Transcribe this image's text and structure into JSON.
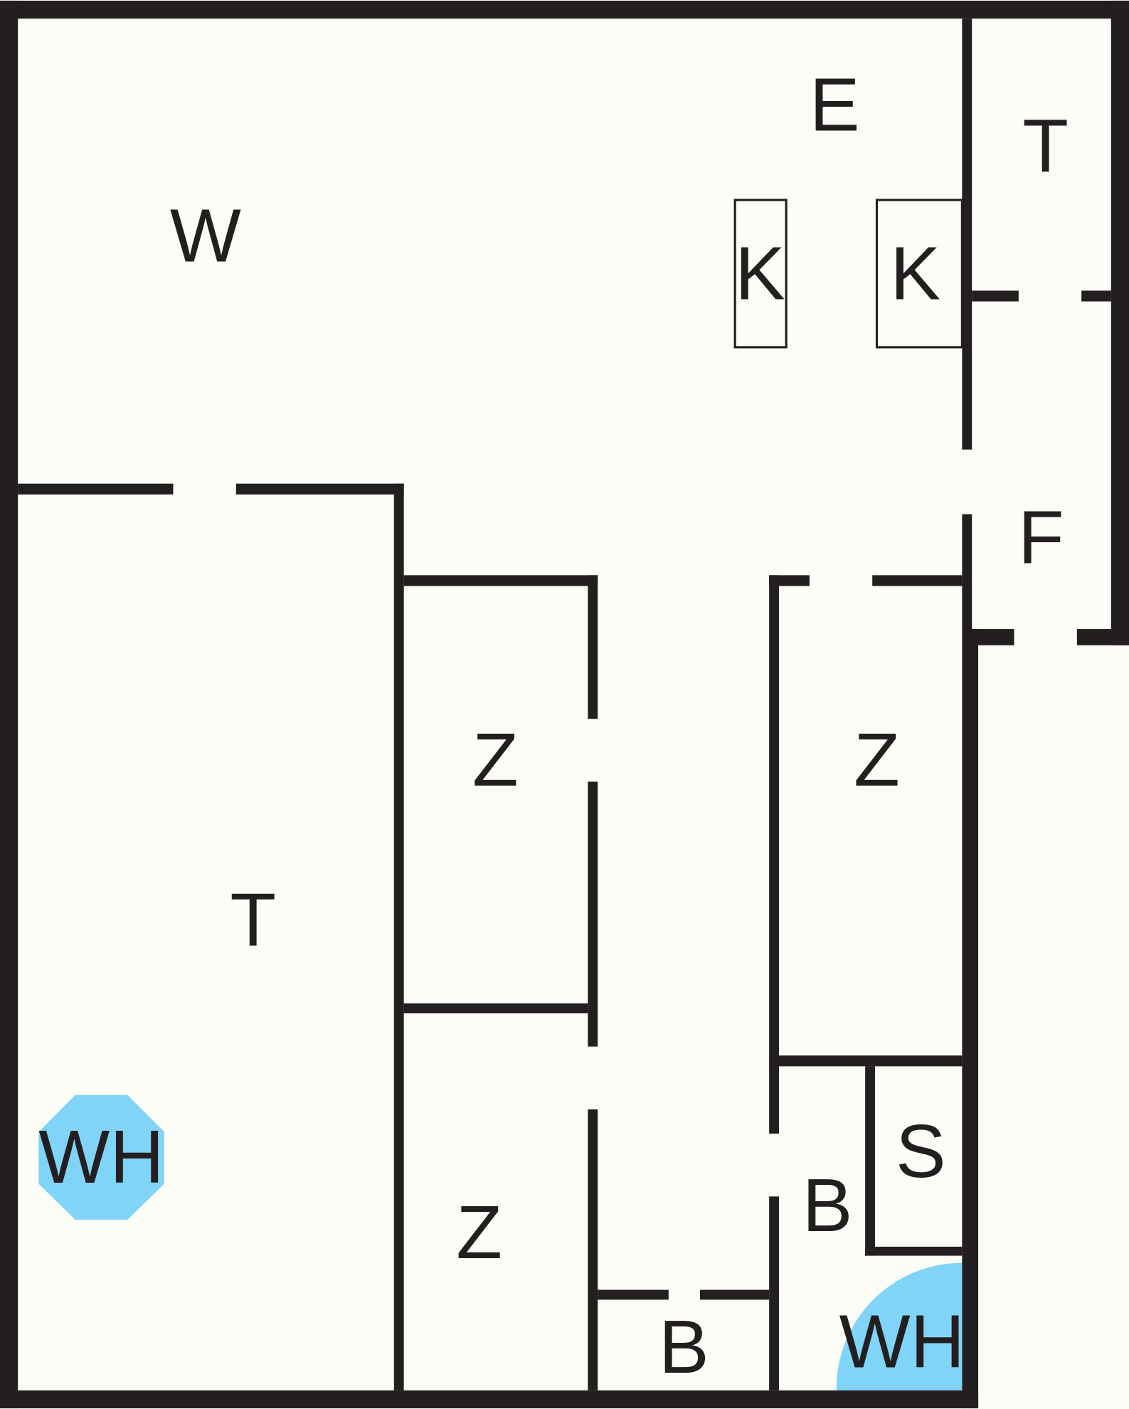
{
  "colors": {
    "wall": "#231f20",
    "floor": "#fdfdf8",
    "water_heater": "#80d4f7"
  },
  "rooms": {
    "living": "W",
    "kitchen": "E",
    "kitchen_unit_1": "K",
    "kitchen_unit_2": "K",
    "toilet_top": "T",
    "hall": "F",
    "garden_room": "T",
    "water_heater_left": "WH",
    "bedroom_1": "Z",
    "bedroom_2": "Z",
    "bedroom_3": "Z",
    "bath": "B",
    "bath_small": "B",
    "shower": "S",
    "water_heater_right": "WH"
  }
}
